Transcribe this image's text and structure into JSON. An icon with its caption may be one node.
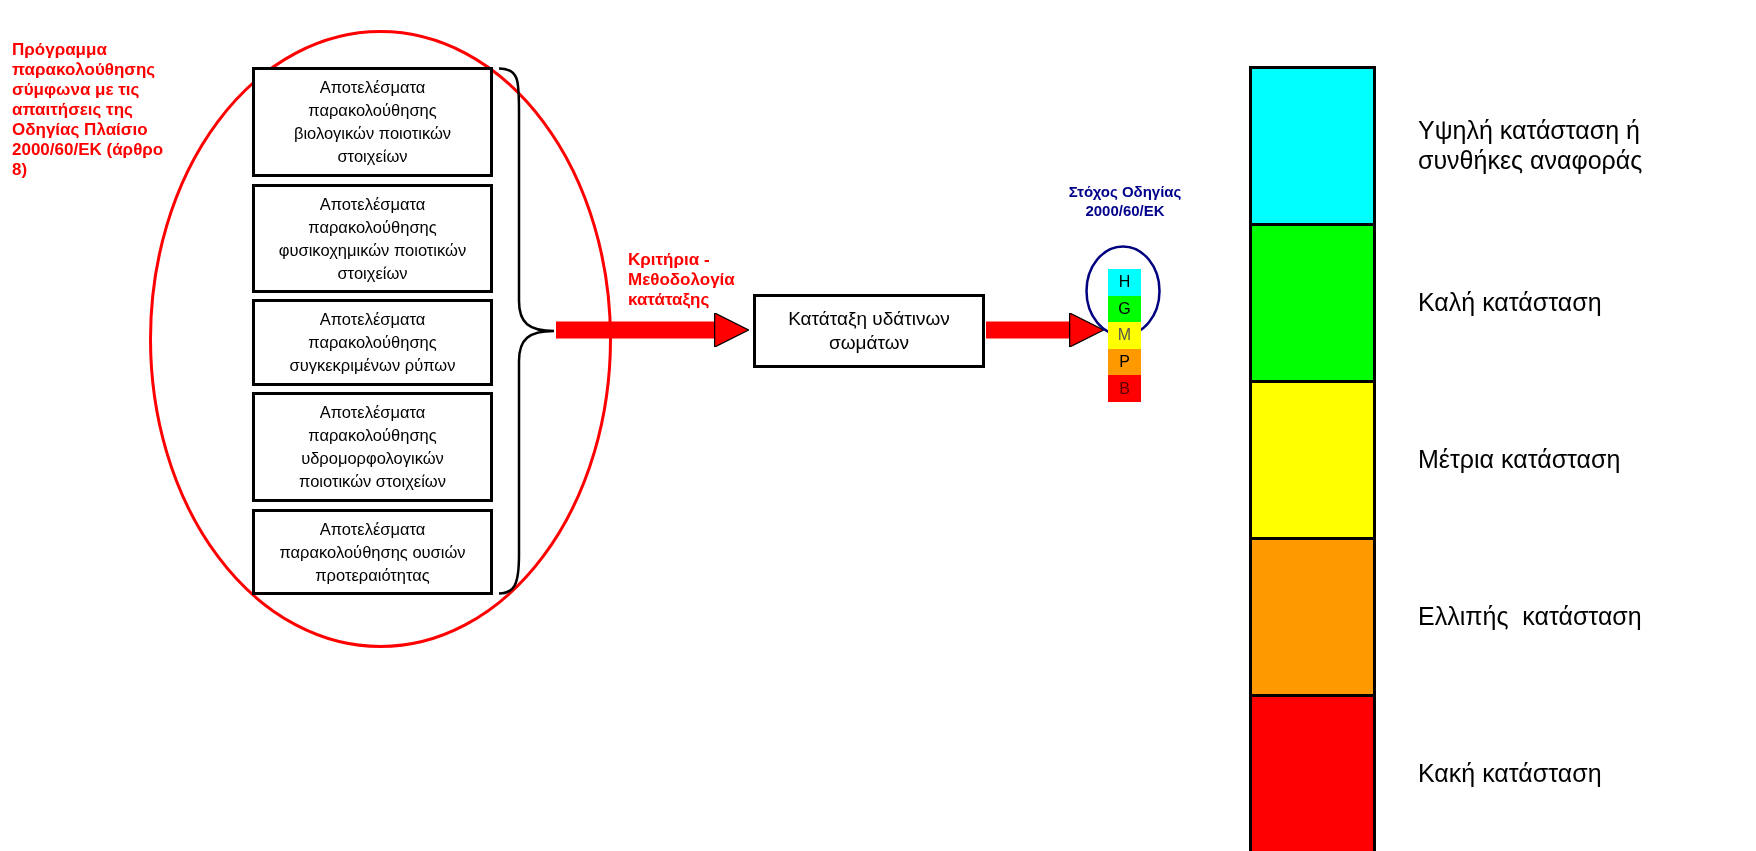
{
  "diagram": {
    "nodes": [
      {
        "text": [
          "Πρόγραμμα παρακολούθησης σύμφωνα με τις απαιτήσεις της Οδηγίας Πλαίσιο 2000/60/ΕΚ (άρθρο 8)"
        ]
      },
      {
        "text": [
          "Αποτελέσματα παρακολούθησης βιολογικών ποιοτικών στοιχείων"
        ],
        "in": 0
      },
      {
        "text": [
          "Αποτελέσματα παρακολούθησης φυσικοχημικών ποιοτικών στοιχείων"
        ],
        "in": 0
      },
      {
        "text": [
          "Αποτελέσματα παρακολούθησης συγκεκριμένων ρύπων"
        ],
        "in": 0
      },
      {
        "text": [
          "Αποτελέσματα παρακολούθησης υδρομορφολογικών ποιοτικών στοιχείων"
        ],
        "in": 0
      },
      {
        "text": [
          "Αποτελέσματα παρακολούθησης ουσιών προτεραιότητας"
        ],
        "in": 0
      },
      {
        "text": [],
        "shape": "brace",
        "in": 0
      },
      {
        "text": [
          "Κατάταξη υδάτινων σωμάτων"
        ]
      },
      {
        "text": [
          "Στόχος Οδηγίας 2000/60/ΕΚ"
        ]
      },
      {
        "text": [
          "H",
          "G",
          "M",
          "P",
          "B"
        ]
      }
    ],
    "edges": [
      {
        "from": 6,
        "to": 7,
        "arrow": "to",
        "label": "Κριτήρια - Μεθοδολογία κατάταξης"
      },
      {
        "from": 7,
        "to": 9,
        "arrow": "to"
      }
    ],
    "legend": [
      {
        "text": "Υψηλή κατάσταση ή συνθήκες αναφοράς",
        "color": "#00ffff"
      },
      {
        "text": "Καλή κατάσταση",
        "color": "#00ff00"
      },
      {
        "text": "Μέτρια κατάσταση",
        "color": "#ffff00"
      },
      {
        "text": "Ελλιπής  κατάσταση",
        "color": "#ff9900"
      },
      {
        "text": "Κακή κατάσταση",
        "color": "#ff0000"
      }
    ]
  }
}
